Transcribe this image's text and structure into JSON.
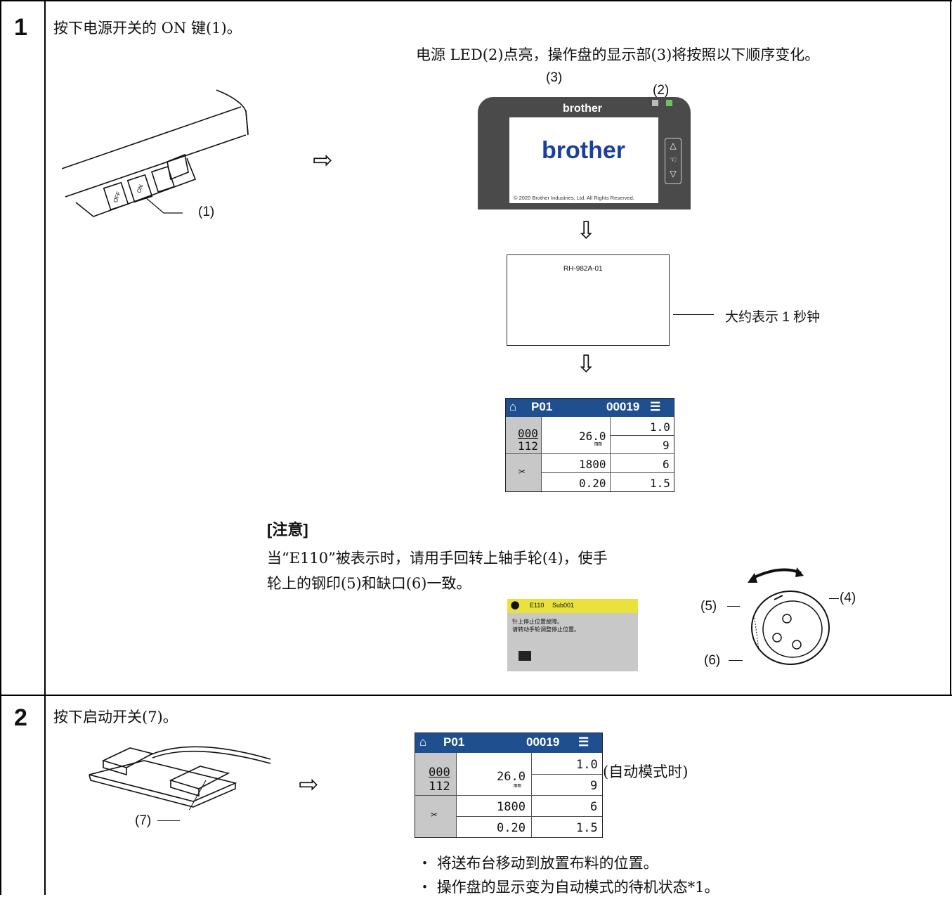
{
  "step1": {
    "number": "1",
    "instruction": "按下电源开关的 ON 键(1)。",
    "led_text": "电源 LED(2)点亮，操作盘的显示部(3)将按照以下顺序变化。",
    "switch": {
      "off": "OFF",
      "on": "ON",
      "label": "(1)"
    },
    "splash": {
      "label3": "(3)",
      "label2": "(2)",
      "brand_small": "brother",
      "brand_large": "brother",
      "copyright": "© 2020 Brother Industries, Ltd. All Rights Reserved."
    },
    "model_screen": {
      "model": "RH-982A-01",
      "note": "大约表示 1 秒钟"
    },
    "note": {
      "title": "[注意]",
      "line1": "当“E110”被表示时，请用手回转上轴手轮(4)，使手",
      "line2": "轮上的钢印(5)和缺口(6)一致。"
    },
    "error_screen": {
      "code": "E110",
      "sub": "Sub001",
      "msg1": "针上停止位置故障。",
      "msg2": "请转动手轮调整停止位置。"
    },
    "wheel_labels": {
      "l4": "(4)",
      "l5": "(5)",
      "l6": "(6)"
    }
  },
  "panel": {
    "program": "P01",
    "counter": "00019",
    "count_top": "000",
    "count_bottom": "112",
    "length": "26.0",
    "length_unit": "mm",
    "speed": "1800",
    "val_a": "0.20",
    "r1": "1.0",
    "r2": "9",
    "r3": "6",
    "r4": "1.5"
  },
  "step2": {
    "number": "2",
    "instruction": "按下启动开关(7)。",
    "pedal_label": "(7)",
    "auto_note": "(自动模式时)",
    "bullet1": "将送布台移动到放置布料的位置。",
    "bullet2": "操作盘的显示变为自动模式的待机状态*1。"
  }
}
